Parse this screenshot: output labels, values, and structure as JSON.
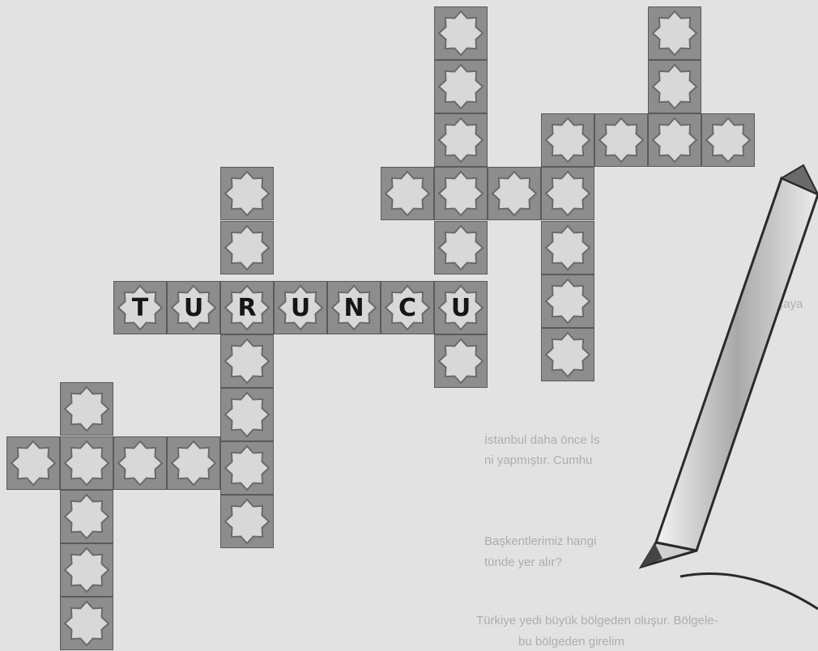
{
  "puzzle": {
    "answer": "TURUNCU",
    "cell_colors": {
      "frame": "#8d8d8d",
      "star": "#d8d8d8",
      "star_edge": "#6a6a6a",
      "letter": "#161616"
    }
  },
  "background_text": {
    "lines": [
      "parçaya",
      "İstanbul daha önce İs",
      "ni yapmıştır. Cumhu",
      "Başkentlerimiz hangi",
      "tünde yer alır?",
      "Türkiye yedi büyük bölgeden oluşur. Bölgele-",
      "bu bölgeden girelim"
    ]
  }
}
